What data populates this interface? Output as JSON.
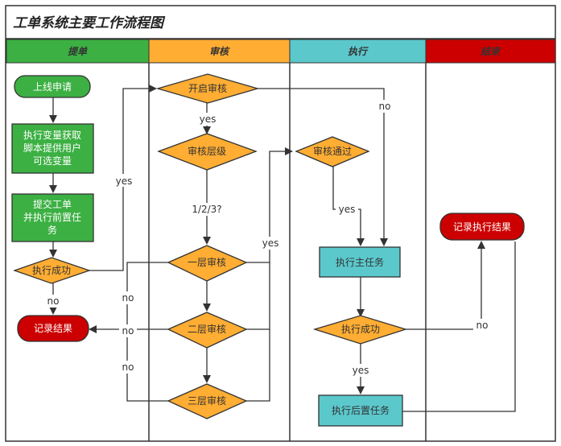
{
  "title": "工单系统主要工作流程图",
  "lanes": [
    {
      "label": "提单",
      "color": "#3cb043"
    },
    {
      "label": "审核",
      "color": "#ffad33"
    },
    {
      "label": "执行",
      "color": "#5bc8cc"
    },
    {
      "label": "结束",
      "color": "#cc0000"
    }
  ],
  "nodes": {
    "start": "上线申请",
    "get_vars": [
      "执行变量获取",
      "脚本提供用户",
      "可选变量"
    ],
    "submit": [
      "提交工单",
      "并执行前置任",
      "务"
    ],
    "exec_ok_1": "执行成功",
    "fail_end": "记录结果",
    "open_review": "开启审核",
    "review_level": "审核层级",
    "level1": "一层审核",
    "level2": "二层审核",
    "level3": "三层审核",
    "review_pass": "审核通过",
    "main_task": "执行主任务",
    "exec_ok_2": "执行成功",
    "post_task": "执行后置任务",
    "record_end": "记录执行结果"
  },
  "edge_labels": {
    "yes_submit": "yes",
    "no_fail": "no",
    "yes_open": "yes",
    "level_choice": "1/2/3?",
    "no_open": "no",
    "yes_levels": "yes",
    "no_l1": "no",
    "no_l2": "no",
    "no_l3": "no",
    "yes_pass": "yes",
    "yes_exec": "yes",
    "no_exec": "no"
  }
}
